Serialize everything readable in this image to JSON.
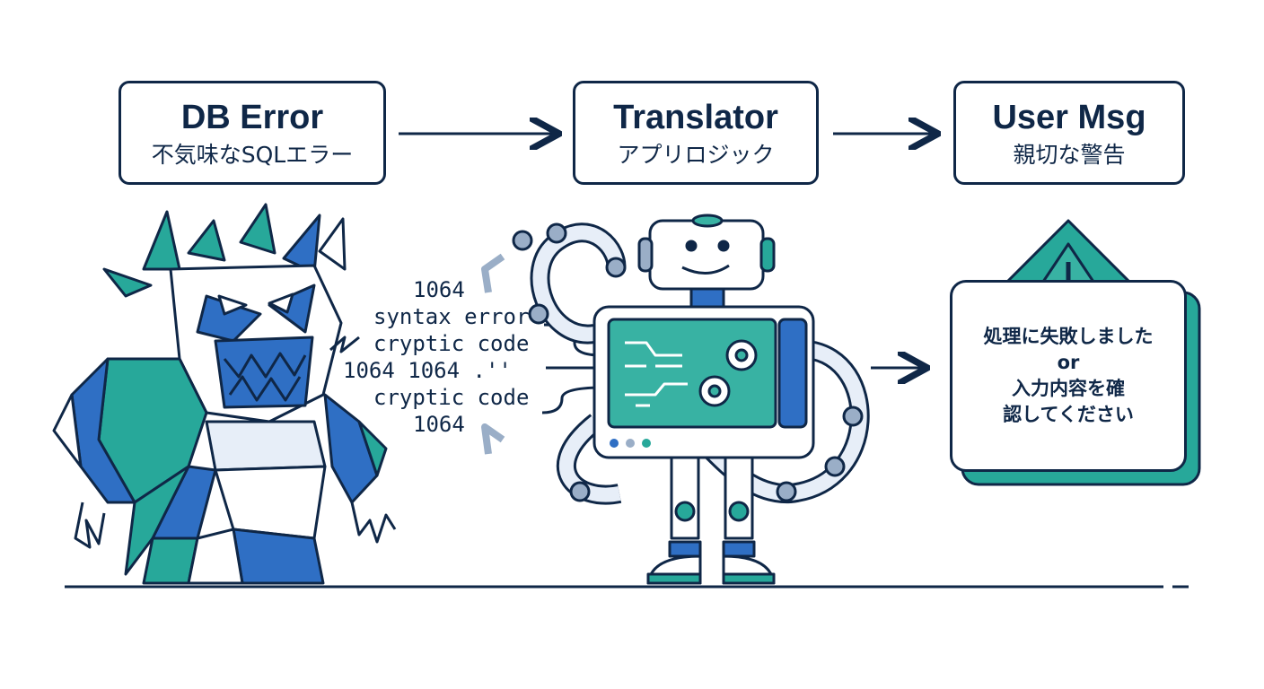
{
  "colors": {
    "navy": "#0f2747",
    "blue": "#2f6fc4",
    "teal": "#27a89a",
    "light": "#e7eef8",
    "screen": "#38b2a3"
  },
  "stages": [
    {
      "title": "DB Error",
      "subtitle": "不気味なSQLエラー",
      "icon": "monster-icon"
    },
    {
      "title": "Translator",
      "subtitle": "アプリロジック",
      "icon": "robot-icon"
    },
    {
      "title": "User Msg",
      "subtitle": "親切な警告",
      "icon": "warning-icon"
    }
  ],
  "error_text": [
    "1064",
    "syntax error",
    "cryptic code",
    "1064 1064 .''",
    "cryptic code",
    "1064"
  ],
  "user_message": [
    "処理に失敗しました",
    "or",
    "入力内容を確",
    "認してください"
  ]
}
